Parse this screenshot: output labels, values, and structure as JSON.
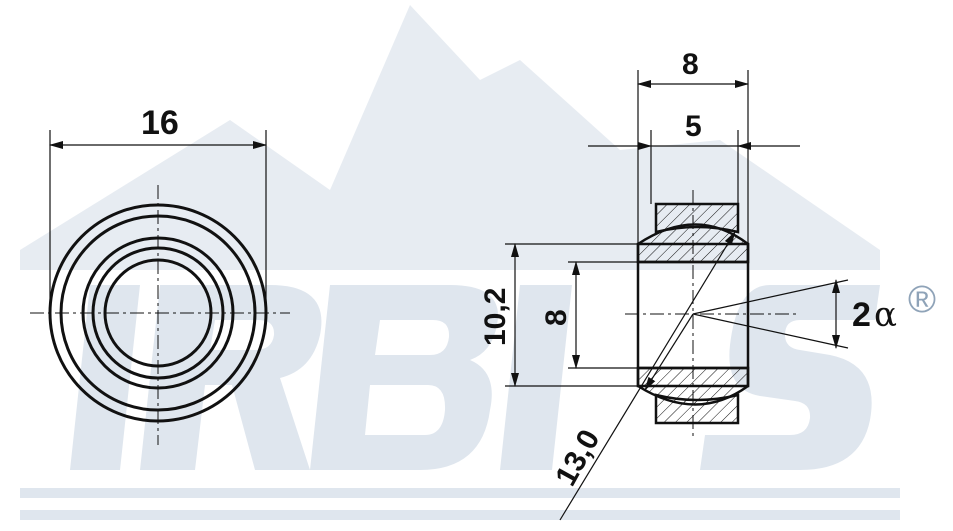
{
  "front_view": {
    "outer_diameter_label": "16"
  },
  "side_view": {
    "outer_width_label": "8",
    "inner_width_label": "5",
    "outer_bore_label": "10,2",
    "bore_label": "8",
    "sphere_diameter_label": "13,0",
    "angle_label_num": "2",
    "angle_label_greek": "α"
  },
  "watermark": {
    "registered_mark": "®"
  },
  "colors": {
    "line": "#111111",
    "watermark": "#dfe6ee",
    "hatch": "#111111"
  }
}
